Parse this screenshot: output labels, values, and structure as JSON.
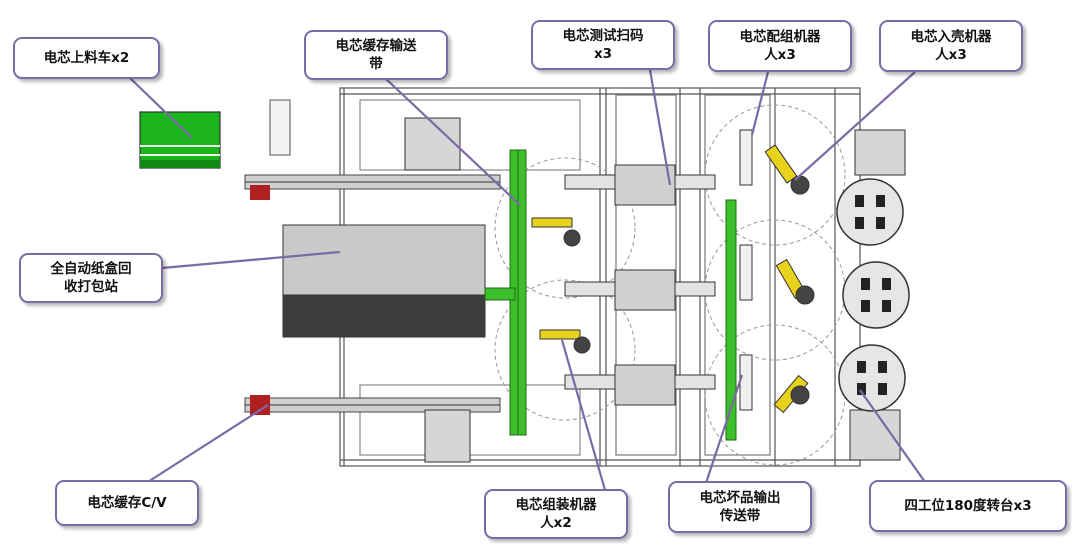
{
  "callouts": {
    "feed_cart": "电芯上料车x2",
    "buffer_conveyor": "电芯缓存输送\n带",
    "test_scan": "电芯测试扫码\nx3",
    "pairing_robot": "电芯配组机器\n人x3",
    "casing_robot": "电芯入壳机器\n人x3",
    "carton_station": "全自动纸盒回\n收打包站",
    "buffer_cv": "电芯缓存C/V",
    "assembly_robot": "电芯组装机器\n人x2",
    "ng_conveyor": "电芯坏品输出\n传送带",
    "turntable": "四工位180度转台x3"
  },
  "colors": {
    "callout_border": "#7b6aa6",
    "leader_line": "#7b6aa6",
    "robot_yellow": "#e8d21c",
    "conveyor_green": "#3cbf2a",
    "cart_green": "#1db51d",
    "frame": "#555555",
    "packing_top": "#c9c9c9",
    "packing_bottom": "#3d3d3d"
  }
}
